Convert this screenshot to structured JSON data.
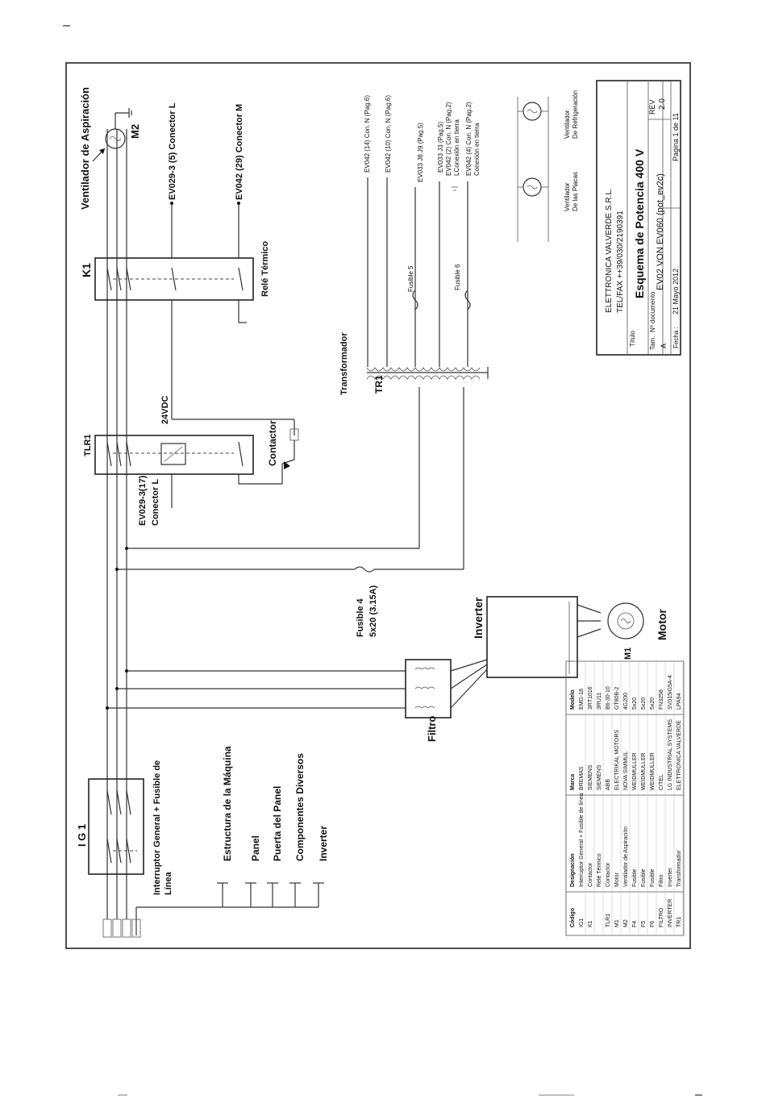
{
  "page": {
    "top_mark": "–",
    "bottom_mark": "–"
  },
  "labels": {
    "ventilador_aspiracion": "Ventilador de Aspiración",
    "m2": "M2",
    "ev029_l": "EV029-3 (5) Conector L",
    "ev042_m": "EV042 (29) Conector M",
    "k1": "K1",
    "rele": "Relé Térmico",
    "tlr1": "TLR1",
    "vdc": "24VDC",
    "contactor": "Contactor",
    "ev029_17": "EV029-3(17)",
    "conector_l": "Conector L",
    "transformador": "Transformador",
    "tr1": "TR1",
    "fusible5": "Fusible 5",
    "fusible6": "Fusible 6",
    "fusible4": "Fusible 4",
    "fusible4_size": "5x20 (3.15A)",
    "inverter": "Inverter",
    "motor": "Motor",
    "m1": "M1",
    "filtro": "Filtro",
    "ig1": "I G 1",
    "interruptor_1": "Interruptor General + Fusible de",
    "interruptor_2": "Línea",
    "vent_placas_1": "Ventilador",
    "vent_placas_2": "De las Placas",
    "vent_ref_1": "Ventilador",
    "vent_ref_2": "De Refrigeración"
  },
  "transformer_outputs": [
    "EV042 (14) Con. N (Pag.6)",
    "EV042 (10) Con. N (Pag.6)",
    "EV033 J8 J9 (Pag.5)",
    "EV033 J3 (Pag.5)",
    "EV042 (2) Con. N (Pag.2)",
    "LConexión en tierra",
    "EV042 (4) Con. N (Pag.2)",
    "Conexión en tierra"
  ],
  "ground_labels": [
    "Estructura de la Máquina",
    "Panel",
    "Puerta del Panel",
    "Componentes Diversos",
    "Inverter"
  ],
  "title_block": {
    "company": "ELETTRONICA VALVERDE S.R.L.",
    "telfax": "TEL/FAX ++39/030/2190391",
    "titulo_label": "Título",
    "title": "Esquema de Potencia 400 V",
    "rev_label": "REV",
    "rev": "2.0",
    "tam_label": "Tam.",
    "tam": "A",
    "doc_label": "Nº documento",
    "doc": "EV02 VON EV060 (pot_ev2c)",
    "fecha_label": "Fecha :",
    "fecha": "21 Mayo 2012",
    "pagina": "Pagina 1 de 11"
  },
  "bom_headers": [
    "Código",
    "Designación",
    "Marca",
    "Modelo"
  ],
  "bom_rows": [
    [
      "IG1",
      "Interruptor General + Fusible de línea",
      "BREMAS",
      "EMG-18"
    ],
    [
      "K1",
      "Contactor",
      "SIEMENS",
      "3RT1016"
    ],
    [
      "",
      "Relé Térmico",
      "SIEMENS",
      "3RU11"
    ],
    [
      "TLR1",
      "Contactor",
      "ABB",
      "B6-30-10"
    ],
    [
      "M1",
      "Motor",
      "ELECTRIKAL MOTORS",
      "GT80B-2"
    ],
    [
      "M2",
      "Ventilador de Aspiración",
      "NOVA SIMMUL",
      "4G200"
    ],
    [
      "F4",
      "Fusible",
      "WEIDMULLER",
      "5x20"
    ],
    [
      "F5",
      "Fusible",
      "WEIDMULLER",
      "5x20"
    ],
    [
      "F6",
      "Fusible",
      "WEIDMULLER",
      "5x20"
    ],
    [
      "FILTRO",
      "Filtro",
      "CITEL",
      "FN3258"
    ],
    [
      "INVERTER",
      "Inverter",
      "LG INDUSTRIAL SYSTEMS",
      "SV015iG5A-4"
    ],
    [
      "TR1",
      "Transformador",
      "ELETTRONICA VALVERDE",
      "LPA94"
    ]
  ],
  "colors": {
    "ink": "#111111",
    "wire": "#333333",
    "paper": "#ffffff"
  }
}
